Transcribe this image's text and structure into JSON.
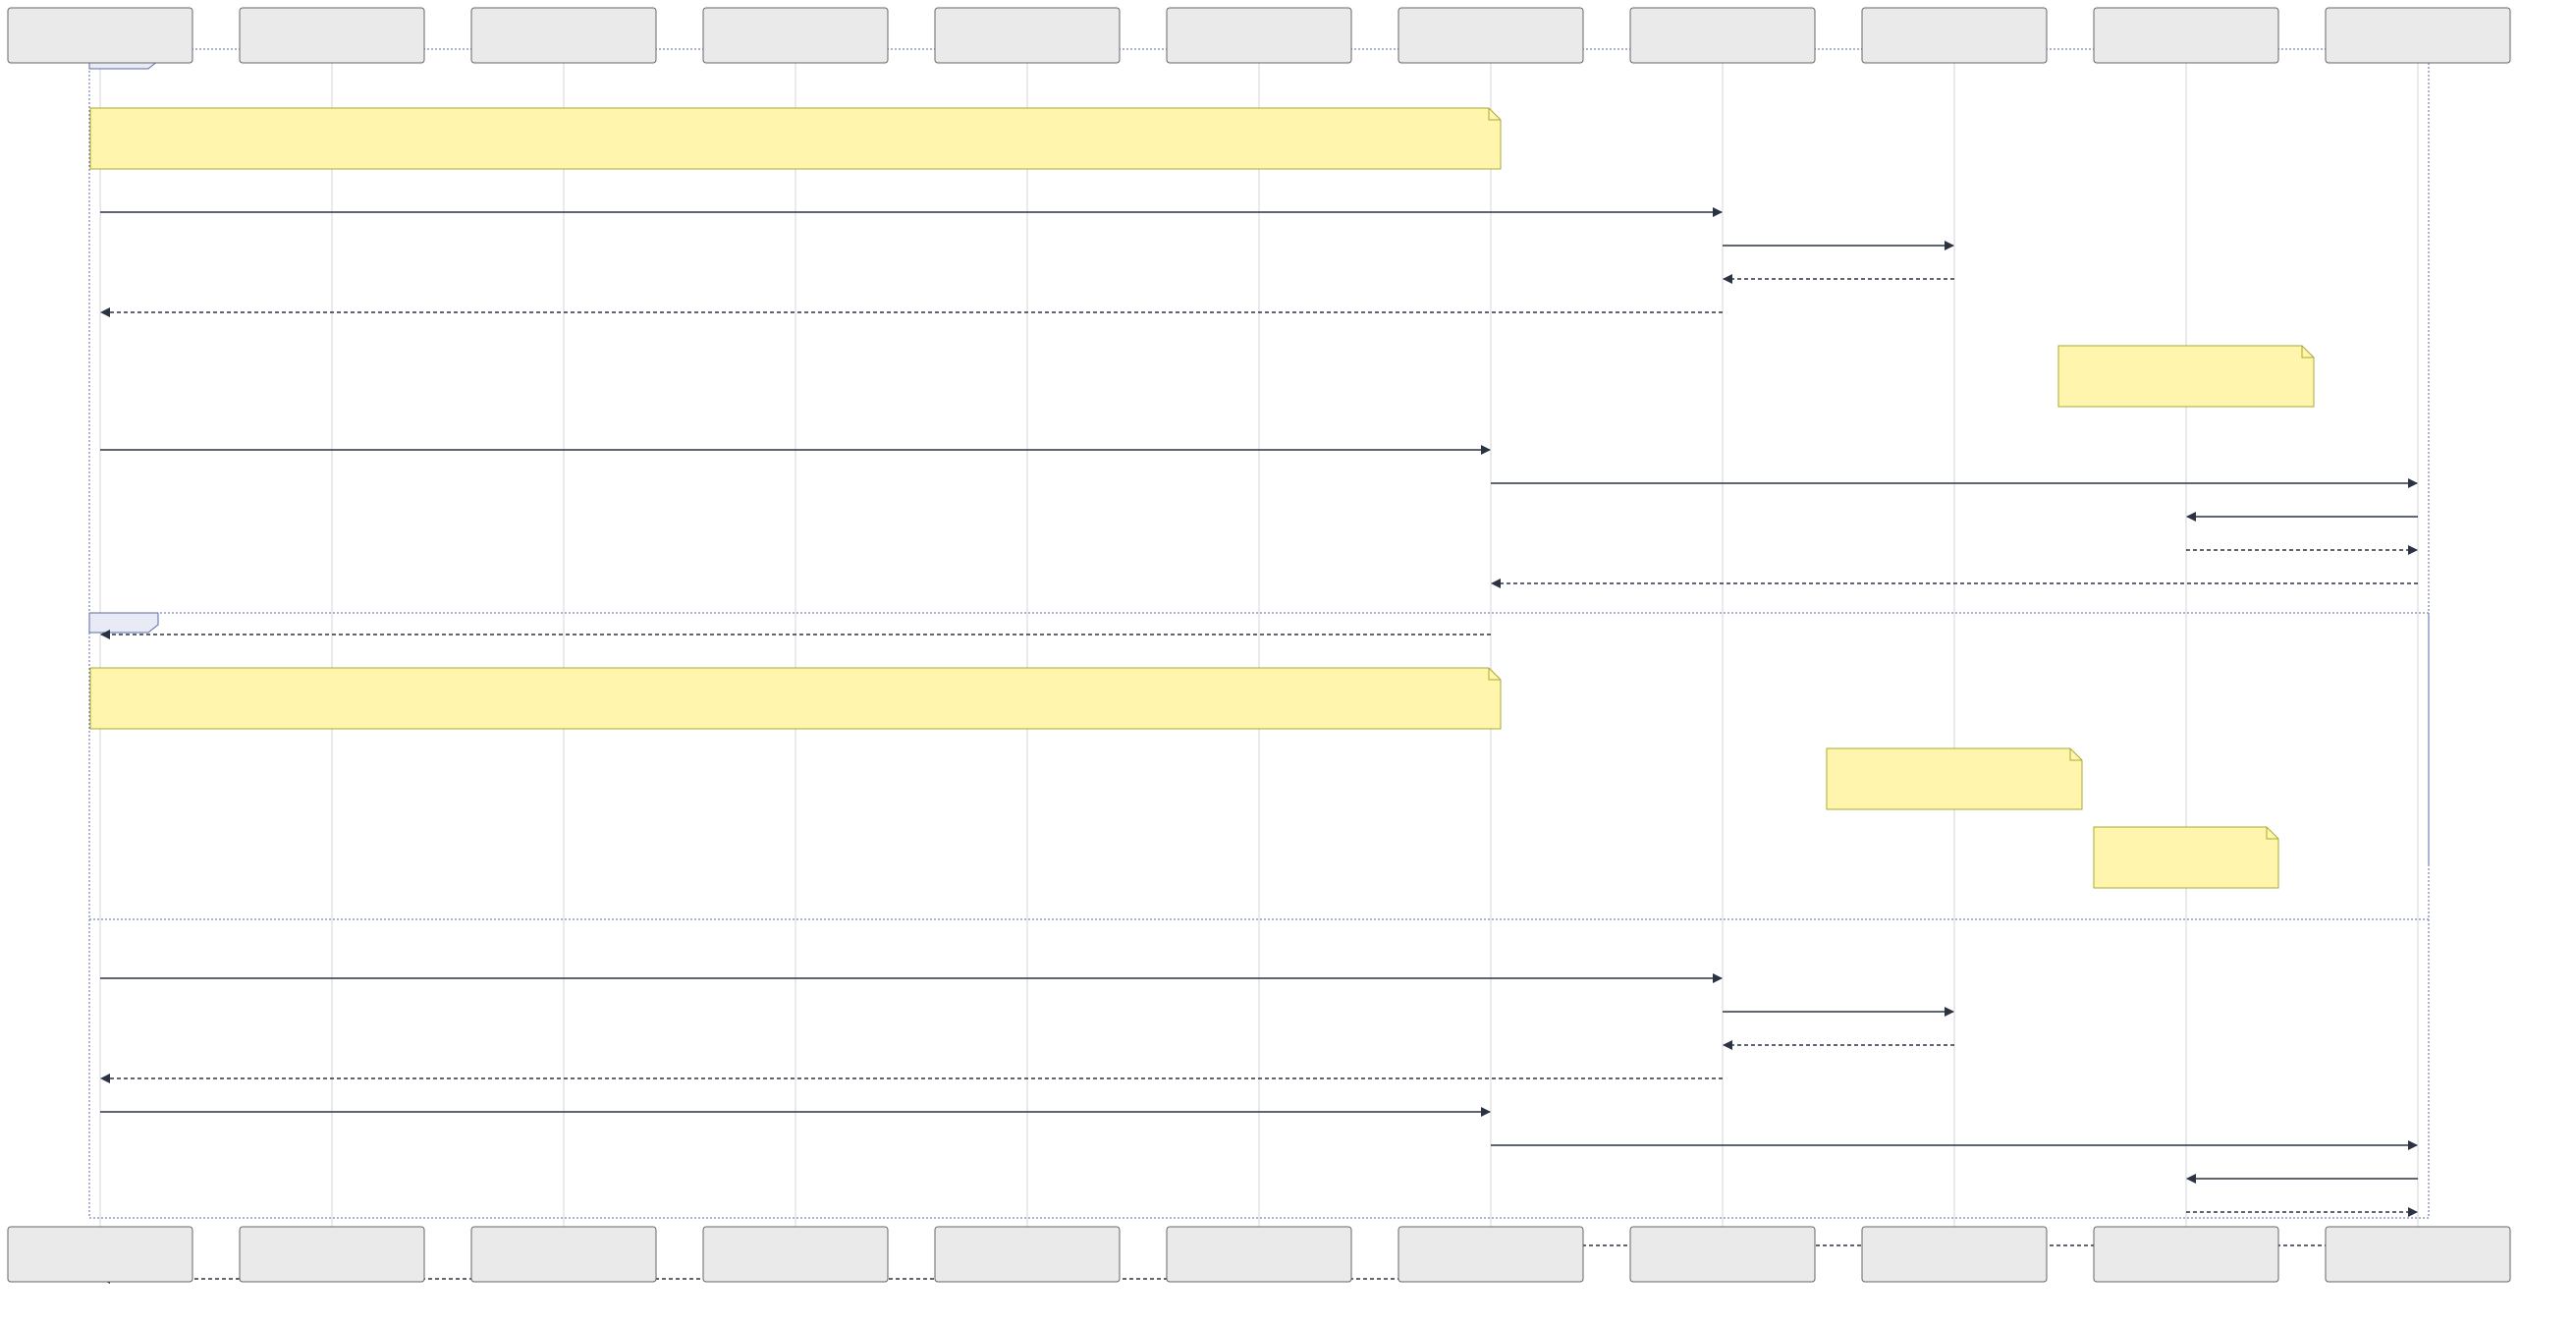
{
  "diagram": {
    "type": "sequence",
    "colors": {
      "actor_fill": "#eaeaea",
      "actor_stroke": "#666666",
      "lifeline": "#d6d6d6",
      "message": "#2b3342",
      "note_fill": "#fff5ad",
      "note_stroke": "#aaaa33",
      "fragment_stroke": "#5a6aa8",
      "fragment_tab_fill": "#e8eaf6"
    },
    "actors": [
      {
        "id": "a0",
        "label": ""
      },
      {
        "id": "a1",
        "label": ""
      },
      {
        "id": "a2",
        "label": ""
      },
      {
        "id": "a3",
        "label": ""
      },
      {
        "id": "a4",
        "label": ""
      },
      {
        "id": "a5",
        "label": ""
      },
      {
        "id": "a6",
        "label": ""
      },
      {
        "id": "a7",
        "label": ""
      },
      {
        "id": "a8",
        "label": ""
      },
      {
        "id": "a9",
        "label": ""
      },
      {
        "id": "a10",
        "label": ""
      }
    ],
    "outer_fragment": {
      "label": ""
    },
    "alt_fragment": {
      "label": "",
      "sections": [
        {
          "guard": ""
        },
        {
          "guard": ""
        }
      ]
    },
    "steps": [
      {
        "kind": "note",
        "from": 0,
        "to": 6,
        "text": ""
      },
      {
        "kind": "msg",
        "from": 0,
        "to": 7,
        "style": "solid",
        "label": ""
      },
      {
        "kind": "msg",
        "from": 7,
        "to": 8,
        "style": "solid",
        "label": ""
      },
      {
        "kind": "msg",
        "from": 8,
        "to": 7,
        "style": "dashed",
        "label": ""
      },
      {
        "kind": "msg",
        "from": 7,
        "to": 0,
        "style": "dashed",
        "label": ""
      },
      {
        "kind": "note",
        "from": 9,
        "to": 9,
        "wide": true,
        "text": ""
      },
      {
        "kind": "msg",
        "from": 0,
        "to": 6,
        "style": "solid",
        "label": ""
      },
      {
        "kind": "msg",
        "from": 6,
        "to": 10,
        "style": "solid",
        "label": ""
      },
      {
        "kind": "msg",
        "from": 10,
        "to": 9,
        "style": "solid",
        "label": ""
      },
      {
        "kind": "msg",
        "from": 9,
        "to": 10,
        "style": "dashed",
        "label": ""
      },
      {
        "kind": "msg",
        "from": 10,
        "to": 6,
        "style": "dashed",
        "label": ""
      },
      {
        "kind": "else"
      },
      {
        "kind": "msg",
        "from": 6,
        "to": 0,
        "style": "dashed",
        "label": ""
      },
      {
        "kind": "note",
        "from": 0,
        "to": 6,
        "text": ""
      },
      {
        "kind": "note",
        "from": 8,
        "to": 8,
        "wide": true,
        "text": ""
      },
      {
        "kind": "note",
        "from": 9,
        "to": 9,
        "text": ""
      },
      {
        "kind": "end_alt"
      },
      {
        "kind": "msg",
        "from": 0,
        "to": 7,
        "style": "solid",
        "label": ""
      },
      {
        "kind": "msg",
        "from": 7,
        "to": 8,
        "style": "solid",
        "label": ""
      },
      {
        "kind": "msg",
        "from": 8,
        "to": 7,
        "style": "dashed",
        "label": ""
      },
      {
        "kind": "msg",
        "from": 7,
        "to": 0,
        "style": "dashed",
        "label": ""
      },
      {
        "kind": "msg",
        "from": 0,
        "to": 6,
        "style": "solid",
        "label": ""
      },
      {
        "kind": "msg",
        "from": 6,
        "to": 10,
        "style": "solid",
        "label": ""
      },
      {
        "kind": "msg",
        "from": 10,
        "to": 9,
        "style": "solid",
        "label": ""
      },
      {
        "kind": "msg",
        "from": 9,
        "to": 10,
        "style": "dashed",
        "label": ""
      },
      {
        "kind": "msg",
        "from": 10,
        "to": 6,
        "style": "dashed",
        "label": ""
      },
      {
        "kind": "msg",
        "from": 6,
        "to": 0,
        "style": "dashed",
        "label": ""
      }
    ]
  }
}
